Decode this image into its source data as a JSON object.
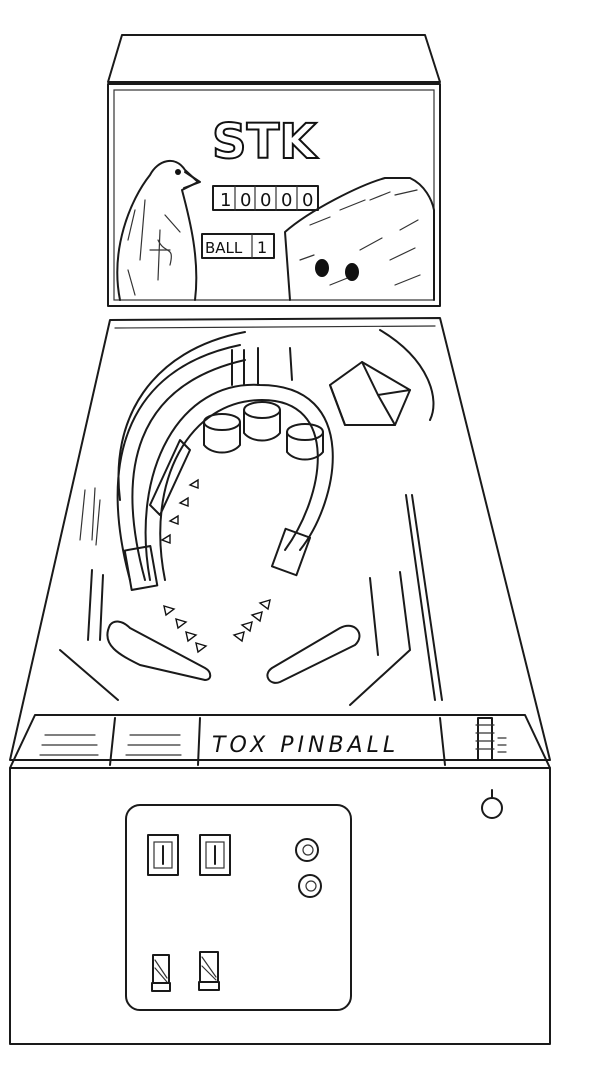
{
  "backglass": {
    "logo": "STK",
    "score_digits": [
      "1",
      "0",
      "0",
      "0",
      "0"
    ],
    "ball_label": "BALL",
    "ball_number": "1"
  },
  "apron": {
    "title": "TOX PINBALL"
  },
  "icons": [
    "penguin-icon",
    "fuzzy-monster-icon",
    "bumper-icon",
    "flipper-icon",
    "coin-slot-icon",
    "start-button-icon",
    "plunger-knob-icon"
  ]
}
